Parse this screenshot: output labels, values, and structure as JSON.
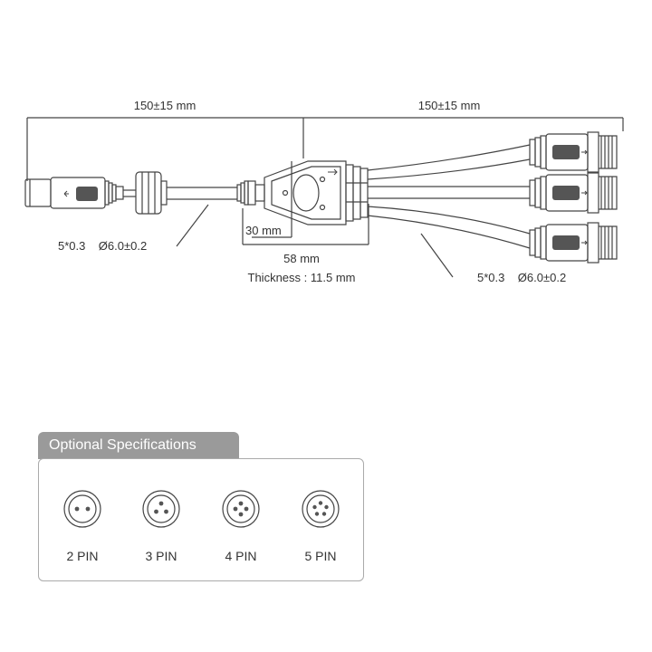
{
  "colors": {
    "line": "#444444",
    "fill_dark": "#555555",
    "label": "#333333",
    "tab": "#9a9a9a"
  },
  "dimensions": {
    "left_length": "150±15 mm",
    "right_length": "150±15 mm",
    "left_cable_spec": "5*0.3    Ø6.0±0.2",
    "right_cable_spec": "5*0.3    Ø6.0±0.2",
    "splitter_inner": "30 mm",
    "splitter_width": "58 mm",
    "thickness": "Thickness : 11.5 mm"
  },
  "specs": {
    "title": "Optional Specifications",
    "pins": [
      {
        "label": "2 PIN",
        "count": 2
      },
      {
        "label": "3 PIN",
        "count": 3
      },
      {
        "label": "4 PIN",
        "count": 4
      },
      {
        "label": "5 PIN",
        "count": 5
      }
    ]
  }
}
